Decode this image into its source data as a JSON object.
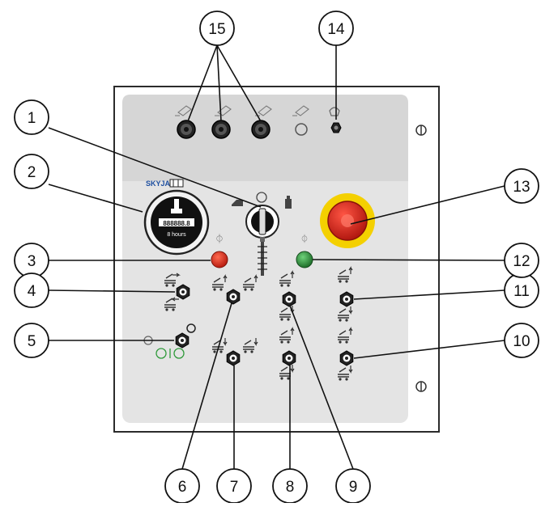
{
  "callouts": [
    "1",
    "2",
    "3",
    "4",
    "5",
    "6",
    "7",
    "8",
    "9",
    "10",
    "11",
    "12",
    "13",
    "14",
    "15"
  ],
  "panel": {
    "logo_text": "SKYJACK",
    "hour_meter_digits": "888888.8",
    "hour_meter_unit": "8 hours"
  },
  "colors": {
    "panel_border": "#2b2b2b",
    "panel_top": "#d6d6d6",
    "panel_body": "#e4e4e4",
    "estop_red": "#d42a1e",
    "estop_ring": "#f4d000",
    "indicator_red": "#d8331f",
    "indicator_green": "#2f8a3a",
    "logo_blue": "#1e4fa0",
    "logo_red": "#c8201e",
    "icon_green": "#2f9a3a"
  },
  "icons": [
    "lift-arrow-icon",
    "toggle-switch",
    "key-switch",
    "hour-meter",
    "estop-button",
    "indicator-light",
    "horn-icon",
    "circle-outline-icon",
    "port-socket"
  ]
}
